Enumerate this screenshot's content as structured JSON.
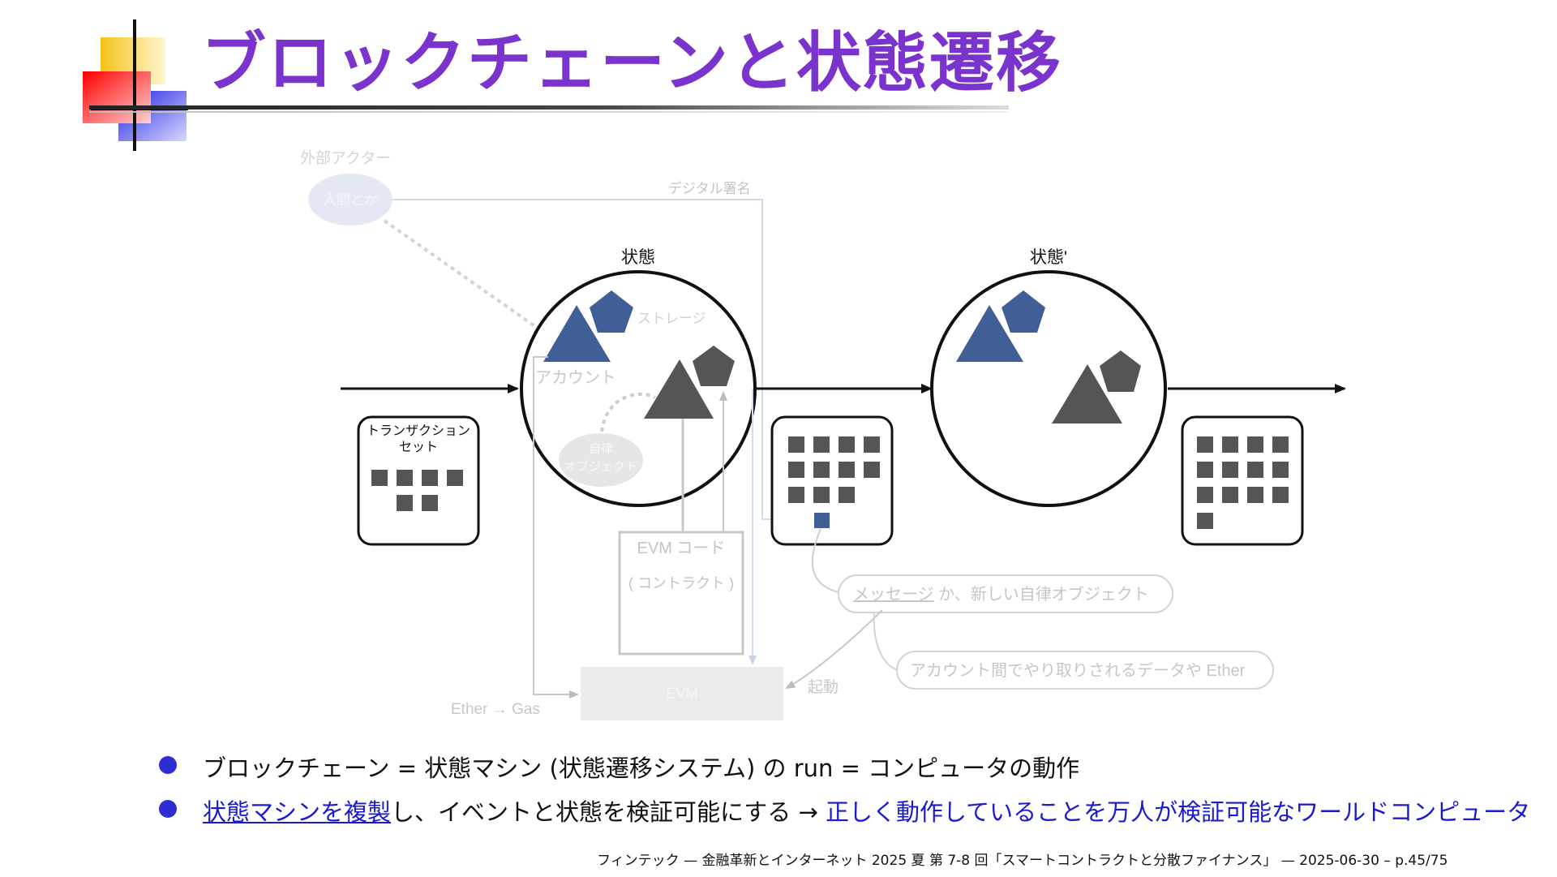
{
  "title": "ブロックチェーンと状態遷移",
  "diagram": {
    "external_actor": "外部アクター",
    "human_etc": "人間とか",
    "digital_signature": "デジタル署名",
    "state": "状態",
    "state_prime": "状態'",
    "storage": "ストレージ",
    "account": "アカウント",
    "autonomous_object_line1": "自律",
    "autonomous_object_line2": "オブジェクト",
    "tx_set_line1": "トランザクション",
    "tx_set_line2": "セット",
    "evm_code_line1": "EVM コード",
    "evm_code_line2": "( コントラクト )",
    "evm": "EVM",
    "ether_gas": "Ether → Gas",
    "launch": "起動",
    "message_word": "メッセージ",
    "message_rest": " か、新しい自律オブジェクト",
    "data_between_accounts": "アカウント間でやり取りされるデータや Ether",
    "colors": {
      "blue_shape": "#3f5f96",
      "gray_shape": "#555555",
      "faded": "#c8c8c8",
      "node_fill": "#e6e6e6"
    }
  },
  "bullets": {
    "b1": "ブロックチェーン = 状態マシン (状態遷移システム) の run = コンピュータの動作",
    "b2_link": "状態マシンを複製",
    "b2_mid": "し、イベントと状態を検証可能にする → ",
    "b2_blue": "正しく動作していることを万人が検証可能なワールドコンピュータ"
  },
  "footer": "フィンテック — 金融革新とインターネット 2025 夏 第 7-8 回「スマートコントラクトと分散ファイナンス」 — 2025-06-30 – p.45/75"
}
